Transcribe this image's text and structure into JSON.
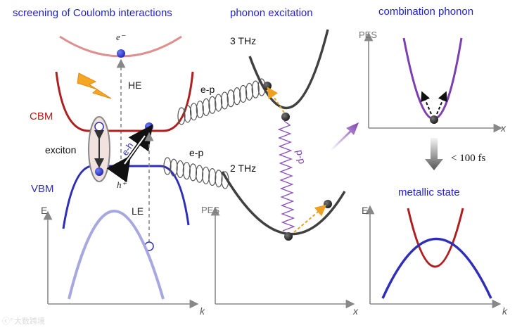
{
  "colors": {
    "title_blue": "#1f1fd6",
    "cbm_red": "#b01f1f",
    "vbm_blue": "#2e2eb8",
    "light_band": "#a8a8e0",
    "top_band": "#de9090",
    "dark_curve": "#404040",
    "spring": "#555555",
    "purple": "#7d3fb0",
    "orange": "#f0a020",
    "electron": "#2d3ad0",
    "axis": "#888888"
  },
  "panel1": {
    "title": "screening of Coulomb interactions",
    "electron_label": "e⁻",
    "he_label": "HE",
    "le_label": "LE",
    "cbm_label": "CBM",
    "vbm_label": "VBM",
    "exciton_label": "exciton",
    "eh_label": "e-h",
    "hole_label": "h⁺",
    "e_axis_label": "E",
    "k_axis_label": "k"
  },
  "panel2": {
    "title": "phonon excitation",
    "freq_top": "3 THz",
    "freq_bottom": "2 THz",
    "ep_top": "e-p",
    "ep_bottom": "e-p",
    "pp_label": "p-p",
    "pes_label": "PES",
    "x_axis_label": "x"
  },
  "panel3": {
    "title": "combination phonon",
    "pes_label": "PES",
    "x_axis_label": "x",
    "time_label": "< 100 fs",
    "metallic_title": "metallic state",
    "e_axis_label": "E",
    "k_axis_label": "k"
  },
  "watermark": "大数跨境"
}
